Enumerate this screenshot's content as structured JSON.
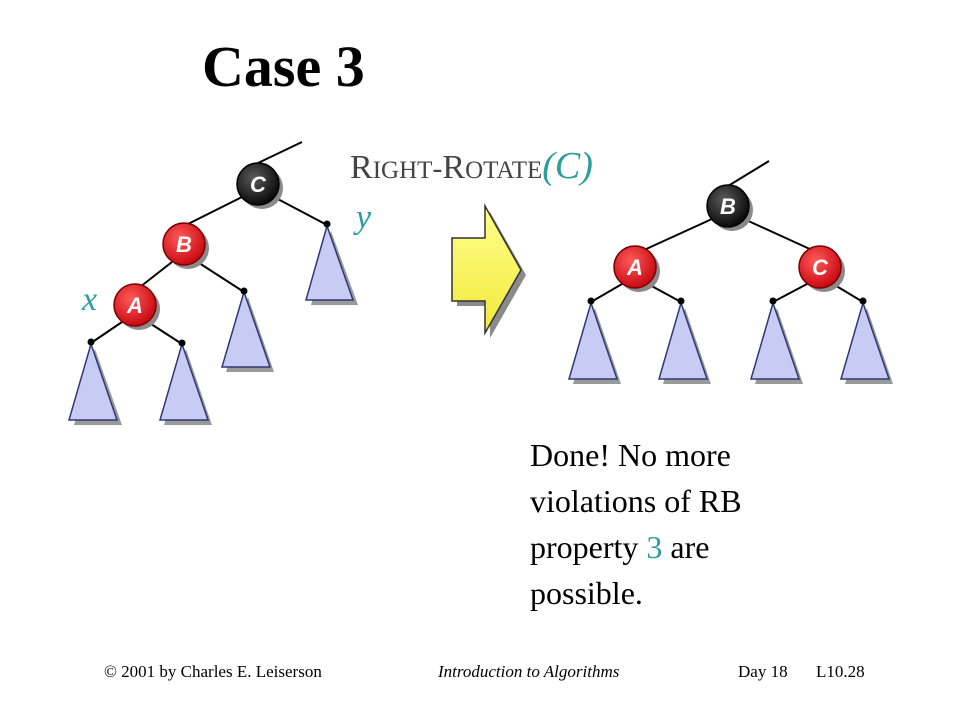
{
  "title": "Case 3",
  "operation": {
    "name_initial_1": "R",
    "name_rest_1": "IGHT",
    "dash": "-",
    "name_initial_2": "R",
    "name_rest_2": "OTATE",
    "arg": "(C)"
  },
  "labels": {
    "x": "x",
    "y": "y"
  },
  "nodes": {
    "A": "A",
    "B": "B",
    "C": "C"
  },
  "body": {
    "line1": "Done! No more",
    "line2": "violations of RB",
    "line3_pre": "property ",
    "line3_num": "3",
    "line3_post": " are",
    "line4": "possible."
  },
  "footer": {
    "copyright": "© 2001 by Charles E. Leiserson",
    "course": "Introduction to Algorithms",
    "day": "Day  18",
    "slide": "L10.28"
  },
  "colors": {
    "black_node": "#151515",
    "red_node": "#e0141e",
    "subtree": "#c8ccf5",
    "subtree_shadow": "#9a9a9a",
    "arrow": "#fff75a",
    "accent": "#2a9d9d"
  }
}
